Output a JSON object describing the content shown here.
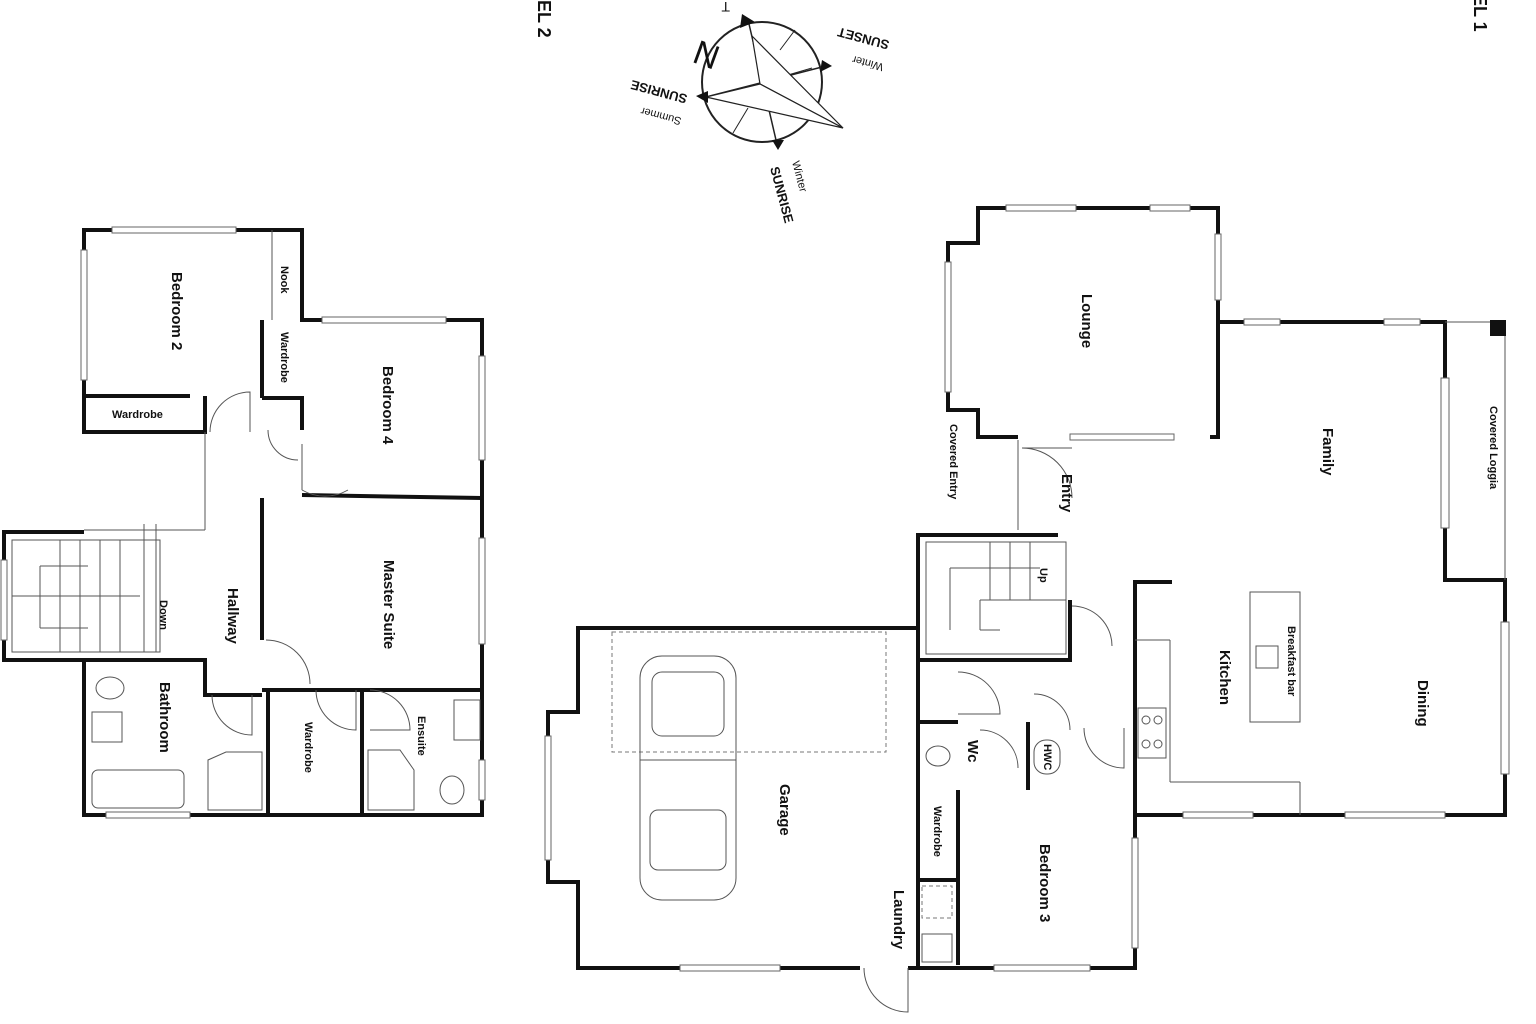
{
  "levels": {
    "level2": "EL 2",
    "level1": "EL 1"
  },
  "compass": {
    "north": "N",
    "top_partial": "T",
    "winter_sunset": {
      "line1": "Winter",
      "line2": "SUNSET"
    },
    "summer_sunrise": {
      "line1": "Summer",
      "line2": "SUNRISE"
    },
    "winter_sunrise": {
      "line1": "Winter",
      "line2": "SUNRISE"
    }
  },
  "level2_rooms": {
    "bedroom2": "Bedroom 2",
    "nook": "Nook",
    "wardrobe_b4": "Wardrobe",
    "bedroom4": "Bedroom 4",
    "wardrobe_b2": "Wardrobe",
    "master_suite": "Master Suite",
    "hallway": "Hallway",
    "down": "Down",
    "bathroom": "Bathroom",
    "wardrobe_ms": "Wardrobe",
    "ensuite": "Ensuite"
  },
  "level1_rooms": {
    "lounge": "Lounge",
    "covered_entry": "Covered Entry",
    "entry": "Entry",
    "family": "Family",
    "covered_loggia": "Covered Loggia",
    "up": "Up",
    "breakfast_bar": "Breakfast bar",
    "kitchen": "Kitchen",
    "dining": "Dining",
    "garage": "Garage",
    "wc": "Wc",
    "hwc": "HWC",
    "wardrobe": "Wardrobe",
    "bedroom3": "Bedroom 3",
    "laundry": "Laundry"
  }
}
